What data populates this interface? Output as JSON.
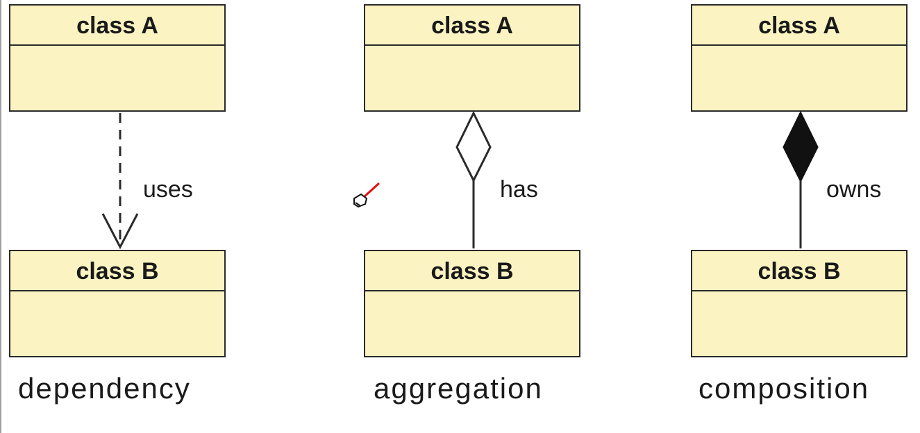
{
  "diagrams": [
    {
      "caption": "dependency",
      "relation_label": "uses",
      "source": {
        "name": "class A"
      },
      "target": {
        "name": "class B"
      }
    },
    {
      "caption": "aggregation",
      "relation_label": "has",
      "source": {
        "name": "class A"
      },
      "target": {
        "name": "class B"
      }
    },
    {
      "caption": "composition",
      "relation_label": "owns",
      "source": {
        "name": "class A"
      },
      "target": {
        "name": "class B"
      }
    }
  ],
  "colors": {
    "class_fill": "#fbf4c2",
    "line": "#2a2a2a"
  },
  "icons": {
    "cursor": "laser-pointer-hand-icon"
  }
}
